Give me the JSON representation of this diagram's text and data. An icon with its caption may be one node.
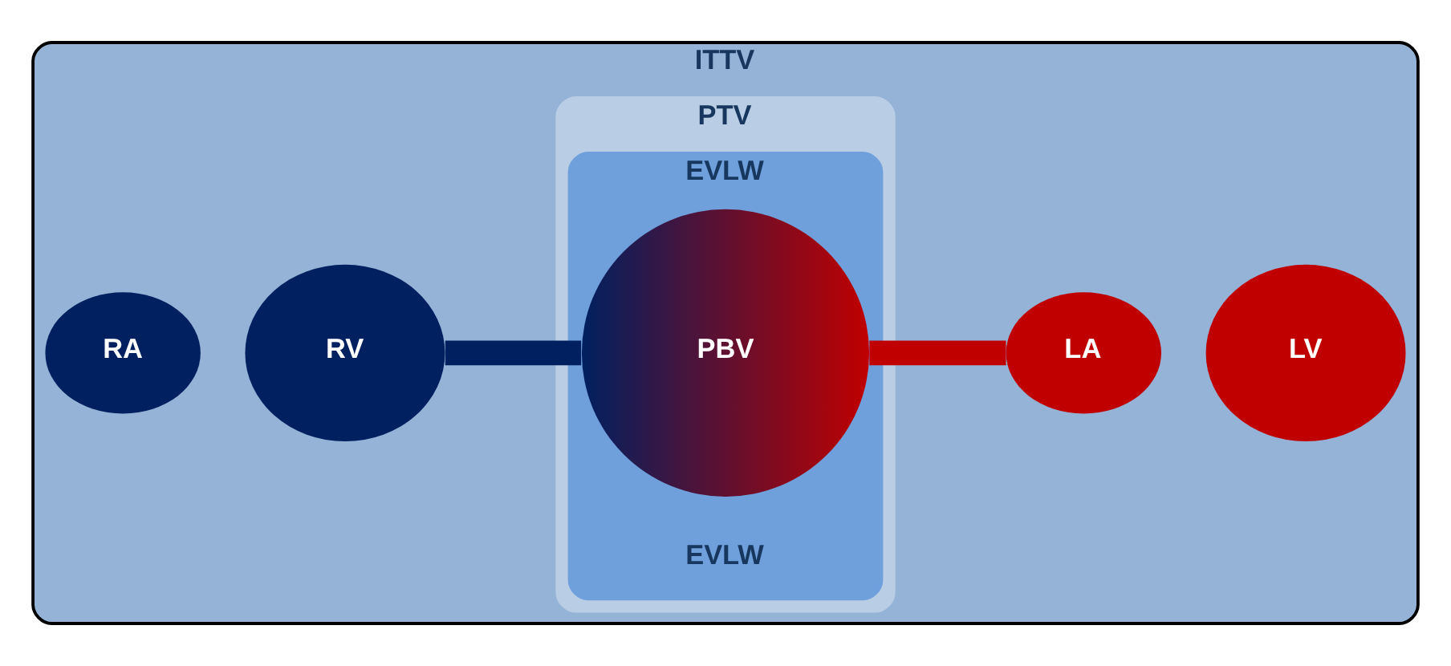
{
  "diagram": {
    "nodes": [
      {
        "text": [
          "ITTV"
        ]
      },
      {
        "text": [
          "RA"
        ],
        "in": 0
      },
      {
        "text": [
          "RV"
        ],
        "in": 0
      },
      {
        "text": [
          "PTV"
        ],
        "in": 0
      },
      {
        "text": [
          "EVLW",
          "EVLW"
        ],
        "in": 3
      },
      {
        "text": [
          "PBV"
        ],
        "in": 4
      },
      {
        "text": [
          "LA"
        ],
        "in": 0
      },
      {
        "text": [
          "LV"
        ],
        "in": 0
      }
    ],
    "edges": [
      {
        "from": 2,
        "to": 5,
        "arrow": "none",
        "color": "#002060"
      },
      {
        "from": 5,
        "to": 6,
        "arrow": "none",
        "color": "#c00000"
      }
    ]
  }
}
